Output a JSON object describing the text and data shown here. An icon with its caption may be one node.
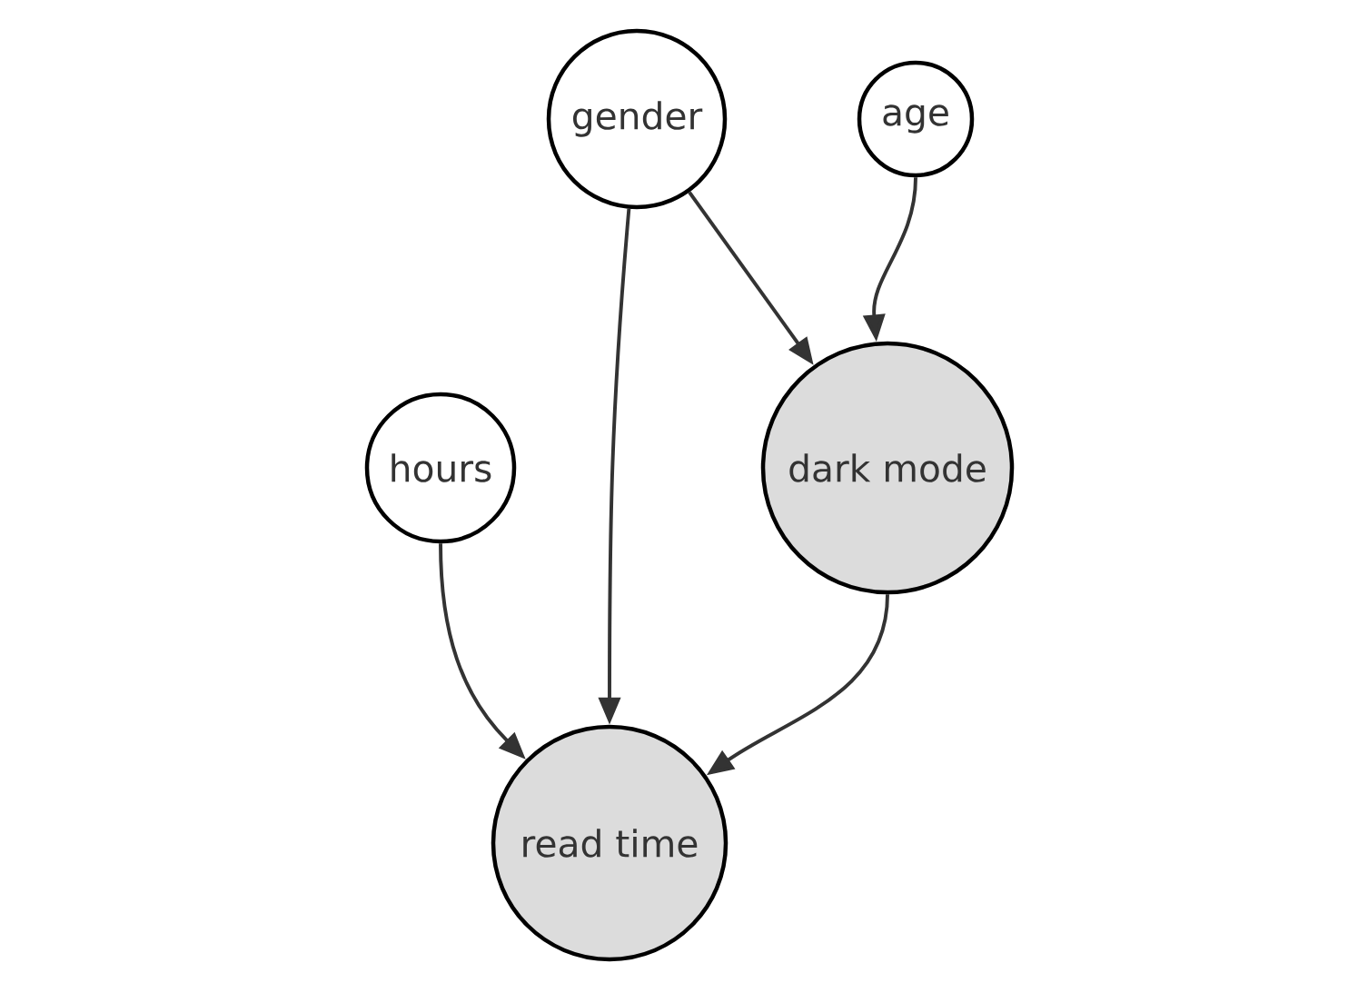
{
  "diagram": {
    "nodes": [
      {
        "text": [
          "gender"
        ]
      },
      {
        "text": [
          "age"
        ]
      },
      {
        "text": [
          "hours"
        ]
      },
      {
        "text": [
          "dark mode"
        ]
      },
      {
        "text": [
          "read time"
        ]
      }
    ],
    "edges": [
      {
        "from": 0,
        "to": 4,
        "arrow": "to"
      },
      {
        "from": 0,
        "to": 3,
        "arrow": "to"
      },
      {
        "from": 1,
        "to": 3,
        "arrow": "to"
      },
      {
        "from": 2,
        "to": 4,
        "arrow": "to"
      },
      {
        "from": 3,
        "to": 4,
        "arrow": "to"
      }
    ]
  }
}
